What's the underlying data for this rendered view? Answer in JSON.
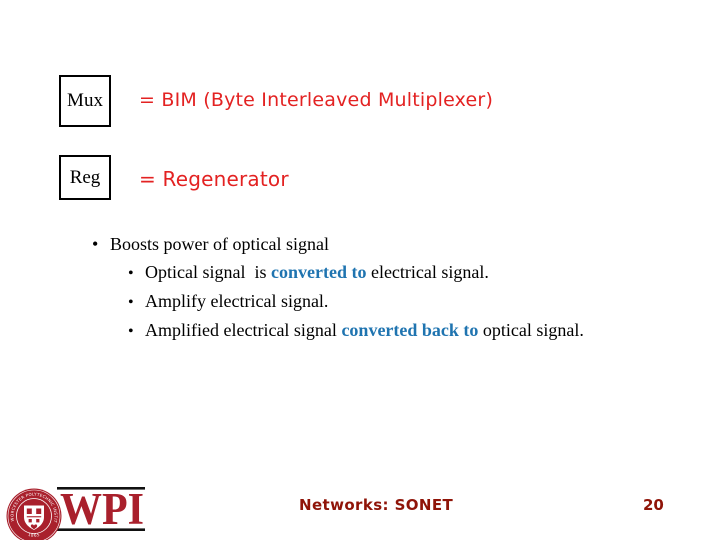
{
  "definitions": [
    {
      "box_label": "Mux",
      "definition": "= BIM (Byte Interleaved Multiplexer)"
    },
    {
      "box_label": "Reg",
      "definition": "= Regenerator"
    }
  ],
  "bullets": {
    "marker": "•",
    "main": "Boosts power of optical signal",
    "sub": [
      {
        "pre": "Optical signal  is ",
        "highlight": "converted to",
        "post": " electrical signal."
      },
      {
        "pre": "Amplify electrical signal.",
        "highlight": "",
        "post": ""
      },
      {
        "pre": "Amplified electrical signal ",
        "highlight": "converted back to",
        "post": " optical signal."
      }
    ]
  },
  "footer": {
    "title": "Networks: SONET",
    "page_number": "20"
  },
  "logo": {
    "wpi_text": "WPI",
    "seal_ring_text": "WORCESTER POLYTECHNIC INSTITUTE",
    "seal_year": "1865"
  },
  "colors": {
    "definition_red": "#E32222",
    "highlight_blue": "#1F74B0",
    "footer_red": "#8F1408",
    "wpi_crimson": "#A9202C"
  }
}
